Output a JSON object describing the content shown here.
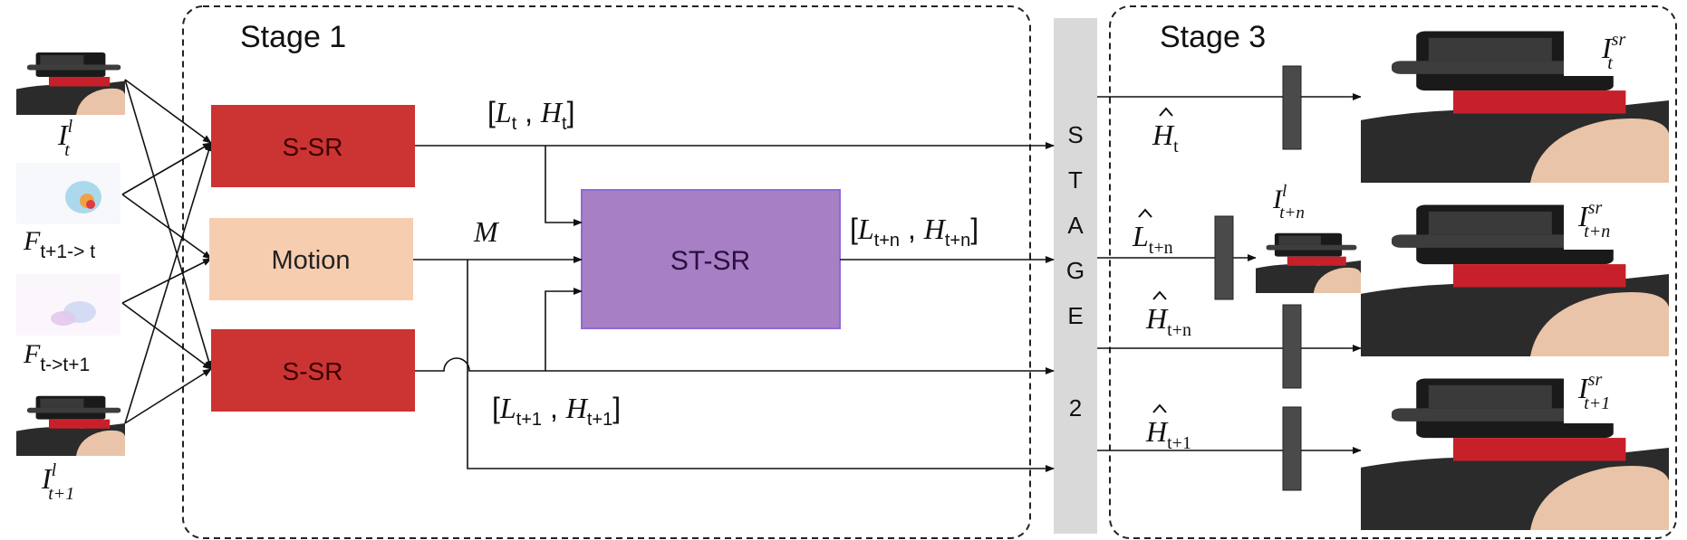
{
  "stage1": {
    "title": "Stage 1"
  },
  "stage2": {
    "letters": [
      "S",
      "T",
      "A",
      "G",
      "E",
      "2"
    ]
  },
  "stage3": {
    "title": "Stage 3"
  },
  "inputs": {
    "frame_t": {
      "base": "I",
      "sup": "l",
      "sub": "t"
    },
    "flow_t1_t": {
      "base": "F",
      "sub": "t+1-> t"
    },
    "flow_t_t1": {
      "base": "F",
      "sub": "t->t+1"
    },
    "frame_t1": {
      "base": "I",
      "sup": "l",
      "sub": "t+1"
    }
  },
  "blocks": {
    "ssr_top": {
      "label": "S-SR",
      "color": "#cc3333"
    },
    "motion": {
      "label": "Motion",
      "color": "#f7cdb0"
    },
    "ssr_bottom": {
      "label": "S-SR",
      "color": "#cc3333"
    },
    "stsr": {
      "label": "ST-SR",
      "color": "#a77fc5"
    }
  },
  "labels": {
    "lh_t": {
      "L": "L",
      "Lsub": "t",
      "H": "H",
      "Hsub": "t"
    },
    "m": "M",
    "lh_tn": {
      "L": "L",
      "Lsub": "t+n",
      "H": "H",
      "Hsub": "t+n"
    },
    "lh_t1": {
      "L": "L",
      "Lsub": "t+1",
      "H": "H",
      "Hsub": "t+1"
    }
  },
  "stage3_inputs": {
    "h_t": {
      "base": "H",
      "sub": "t"
    },
    "l_tn": {
      "base": "L",
      "sub": "t+n"
    },
    "h_tn": {
      "base": "H",
      "sub": "t+n"
    },
    "h_t1": {
      "base": "H",
      "sub": "t+1"
    }
  },
  "outputs": {
    "small_tn": {
      "base": "I",
      "sup": "l",
      "sub": "t+n"
    },
    "sr_t": {
      "base": "I",
      "sup": "sr",
      "sub": "t"
    },
    "sr_tn": {
      "base": "I",
      "sup": "sr",
      "sub": "t+n"
    },
    "sr_t1": {
      "base": "I",
      "sup": "sr",
      "sub": "t+1"
    }
  }
}
